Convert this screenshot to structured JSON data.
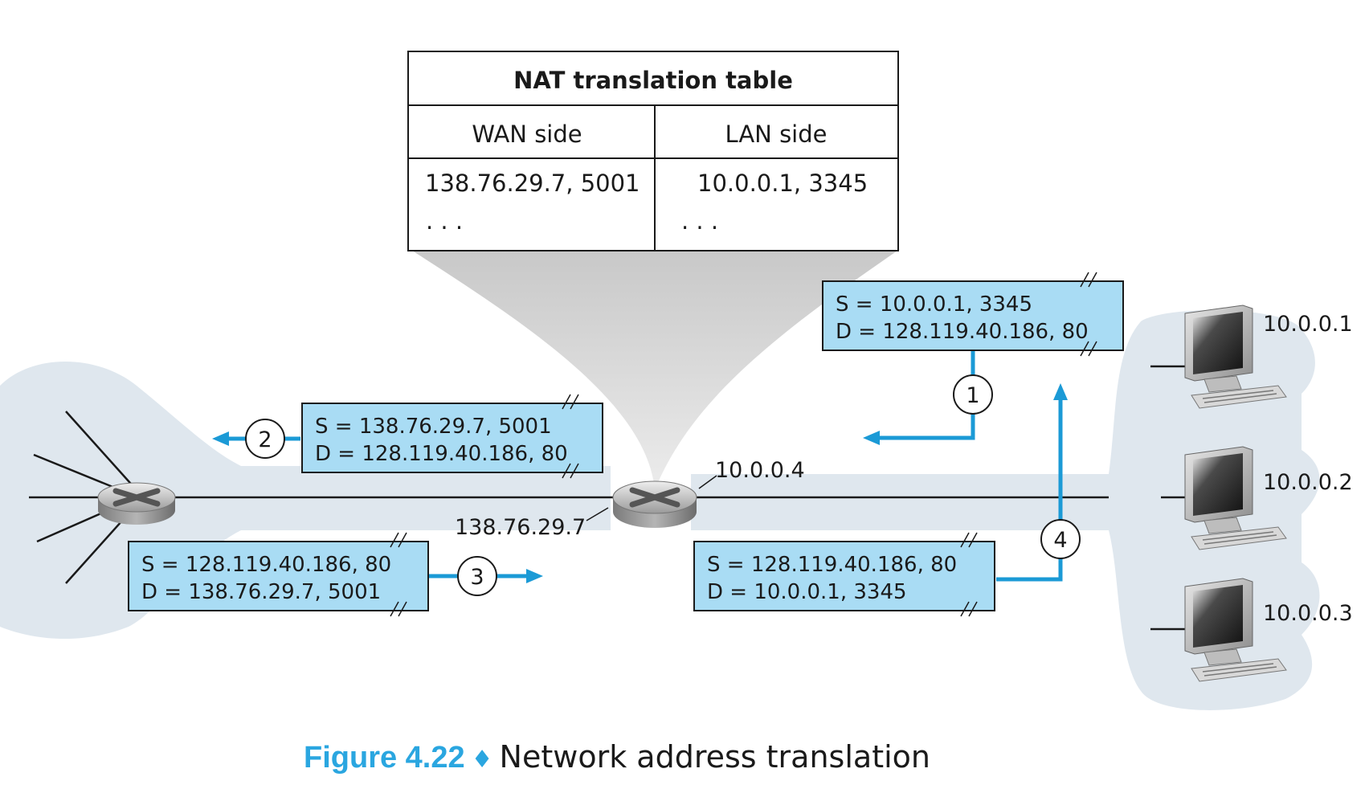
{
  "nat_table": {
    "title": "NAT translation table",
    "wan_header": "WAN side",
    "lan_header": "LAN side",
    "wan_entry": "138.76.29.7, 5001",
    "lan_entry": "10.0.0.1, 3345",
    "wan_more": ". . .",
    "lan_more": ". . ."
  },
  "router": {
    "wan_address": "138.76.29.7",
    "lan_address": "10.0.0.4"
  },
  "hosts": [
    "10.0.0.1",
    "10.0.0.2",
    "10.0.0.3"
  ],
  "packets": {
    "p1": {
      "src": "S = 10.0.0.1, 3345",
      "dst": "D = 128.119.40.186, 80"
    },
    "p2": {
      "src": "S = 138.76.29.7, 5001",
      "dst": "D = 128.119.40.186, 80"
    },
    "p3": {
      "src": "S = 128.119.40.186, 80",
      "dst": "D = 138.76.29.7, 5001"
    },
    "p4": {
      "src": "S = 128.119.40.186, 80",
      "dst": "D = 10.0.0.1, 3345"
    }
  },
  "steps": [
    "1",
    "2",
    "3",
    "4"
  ],
  "caption": {
    "figure": "Figure 4.22",
    "title": "Network address translation"
  },
  "colors": {
    "arrow": "#1b9ad6",
    "packet_fill": "#a9dcf4",
    "cloud": "#dfe7ee",
    "caption_accent": "#2aa6e0"
  }
}
